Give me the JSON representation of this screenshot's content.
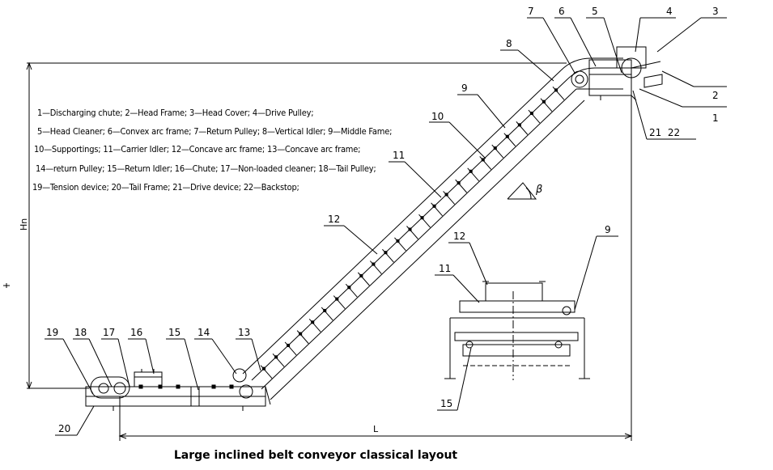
{
  "legend": {
    "line1": "1—Discharging chute; 2—Head Frame; 3—Head Cover; 4—Drive Pulley;",
    "line2": "5—Head Cleaner; 6—Convex arc frame; 7—Return Pulley; 8—Vertical Idler; 9—Middle Fame;",
    "line3": "10—Supportings; 11—Carrier Idler; 12—Concave arc frame; 13—Concave arc frame;",
    "line4": "14—return Pulley; 15—Return Idler; 16—Chute; 17—Non-loaded cleaner; 18—Tail Pulley;",
    "line5": "19—Tension device; 20—Tail Frame; 21—Drive device; 22—Backstop;"
  },
  "callouts": {
    "c1": "1",
    "c2": "2",
    "c3": "3",
    "c4": "4",
    "c5": "5",
    "c6": "6",
    "c7": "7",
    "c8": "8",
    "c9": "9",
    "c10": "10",
    "c11": "11",
    "c12": "12",
    "c13": "13",
    "c14": "14",
    "c15": "15",
    "c16": "16",
    "c17": "17",
    "c18": "18",
    "c19": "19",
    "c20": "20",
    "c21_22": "21  22",
    "sec12": "12",
    "sec11": "11",
    "sec9": "9",
    "sec15": "15"
  },
  "dimensions": {
    "height": "Hn",
    "length": "L",
    "angle": "β"
  },
  "caption": "Large inclined belt conveyor classical layout"
}
